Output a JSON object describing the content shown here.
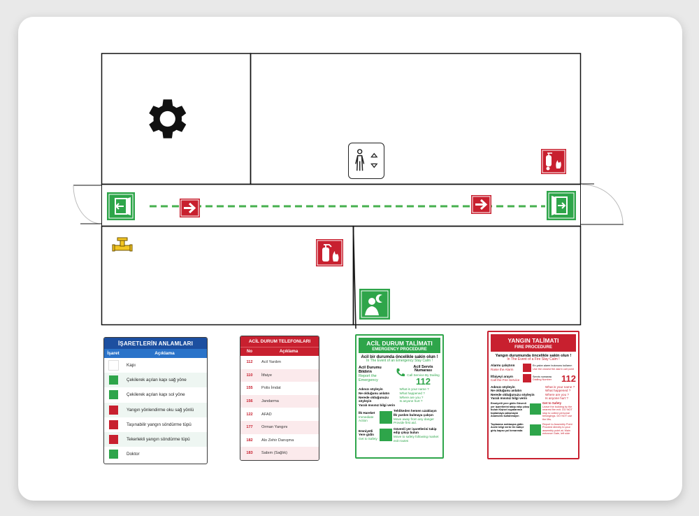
{
  "legend": {
    "title": "İŞARETLERİN ANLAMLARI",
    "col_sign": "İşaret",
    "col_desc": "Açıklama",
    "items": [
      {
        "icon": "door-icon",
        "label": "Kapı"
      },
      {
        "icon": "exit-door-right-icon",
        "label": "Çekilerek açılan kapı sağ yöne"
      },
      {
        "icon": "exit-door-left-icon",
        "label": "Çekilerek açılan kapı sol yöne"
      },
      {
        "icon": "arrow-right-icon",
        "label": "Yangın yönlendirme oku sağ yönlü"
      },
      {
        "icon": "fire-extinguisher-icon",
        "label": "Taşınabilir yangın söndürme tüpü"
      },
      {
        "icon": "wheeled-extinguisher-icon",
        "label": "Tekerlekli yangın söndürme tüpü"
      },
      {
        "icon": "doctor-icon",
        "label": "Doktor"
      }
    ]
  },
  "phones": {
    "title": "ACİL DURUM TELEFONLARI",
    "col_no": "No",
    "col_desc": "Açıklama",
    "items": [
      {
        "no": "112",
        "name": "Acil Yardım"
      },
      {
        "no": "110",
        "name": "İtfaiye"
      },
      {
        "no": "155",
        "name": "Polis İmdat"
      },
      {
        "no": "156",
        "name": "Jandarma"
      },
      {
        "no": "122",
        "name": "AFAD"
      },
      {
        "no": "177",
        "name": "Orman Yangını"
      },
      {
        "no": "182",
        "name": "Alo Zehir Danışma"
      },
      {
        "no": "183",
        "name": "Sabım (Sağlık)"
      }
    ]
  },
  "emergency": {
    "title": "ACİL DURUM TALİMATI",
    "subtitle": "EMERGENCY PROCEDURE",
    "calm_tr": "Acil bir durumda öncelikle sakin olun !",
    "calm_en": "In The Event of an Emergency Stay Calm !",
    "report_tr": "Acil Durumu Bildirin",
    "report_en": "Report the Emergency",
    "service_tr": "Acil Servis Numarası",
    "service_en": "Call Service By Dailing",
    "number": "112",
    "q1_tr": "Adınızı söyleyin",
    "q1_en": "What is your name ?",
    "q2_tr": "Ne olduğunu anlatın",
    "q2_en": "What happened ?",
    "q3_tr": "Nerede olduğunuzu söyleyin",
    "q3_en": "Where are you ?",
    "q4_tr": "Yaralı mısınız bilgi verin",
    "q4_en": "Is anyone hurt ?",
    "action_tr": "İlk Hareket",
    "action_en": "Immediate Action",
    "action_desc_tr": "Tehlikeden hemen uzaklaşın İlk yardım bulmaya çalışın",
    "action_desc_en": "Move away from any danger Provide first aid.",
    "safety_tr": "Emniyetli Yere gidin",
    "safety_en": "Get to Safety",
    "safety_desc_tr": "Güvenli yer işaretlerini takip edip çıkışı bulun",
    "safety_desc_en": "Move to safety following market exit routes"
  },
  "fire": {
    "title": "YANGIN TALİMATI",
    "subtitle": "FIRE PROCEDURE",
    "calm_tr": "Yangın durumunda öncelikle sakin olun !",
    "calm_en": "In The Event of a Fire Stay Calm !",
    "alarm_tr": "Alarmı çalıştırın",
    "alarm_en": "Raise the Alarm",
    "alarm_desc": "En yakın alarm butonunu kullanın",
    "alarm_desc_en": "Use the closest fire alarm call point",
    "call_tr": "İtfaiyeyi arayın",
    "call_en": "Call the Fire Service",
    "call_desc": "Servis numarası",
    "call_desc_en": "Dialling Number",
    "number": "112",
    "q1_tr": "Adınızı söyleyin",
    "q1_en": "What is your name ?",
    "q2_tr": "Ne olduğunu anlatın",
    "q2_en": "What happened ?",
    "q3_tr": "Nerede olduğunuzu söyleyin",
    "q3_en": "Where are you ?",
    "q4_tr": "Yaralı mısınız bilgi verin",
    "q4_en": "Is anyone hurt ?",
    "safe_tr": "Emniyetli yere gidin Güvenli yer işaretlerini takip edip çıkışı bulun Kişisel eşyalarınızı toplamaya çalışmayın Asansörü kullanmayın",
    "safe_en_title": "Get to Safety",
    "safe_en": "Leave the building by the nearest fire exit. DO NOT stop to collect personal belongings. DO NOT use the lifts.",
    "assembly_tr": "Toplanma noktasına gidin Acele bilgi verin Ön bahçe giriş kapısı yol kenarında",
    "assembly_en": "Report to Assembly Point Proceed directly to your assembly point at; Main entrance Gate, left side"
  }
}
